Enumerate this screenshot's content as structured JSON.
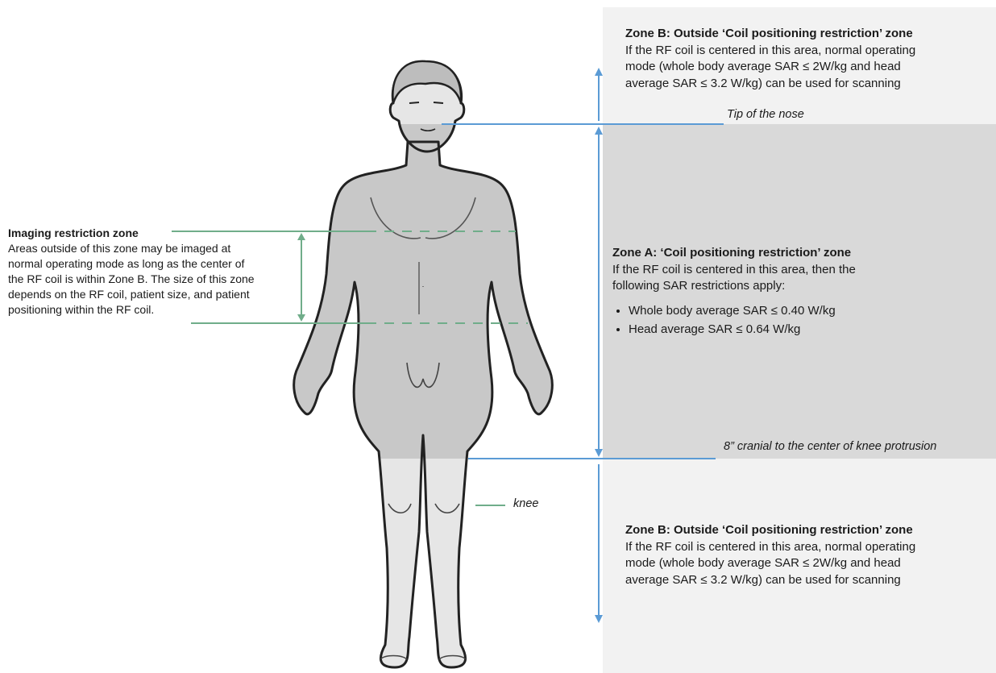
{
  "zone_b_top": {
    "title": "Zone B: Outside ‘Coil positioning restriction’ zone",
    "line1": "If the RF coil is centered in this area, normal operating",
    "line2": "mode (whole body average SAR ≤ 2W/kg and head",
    "line3": "average SAR  ≤ 3.2 W/kg) can be used for scanning"
  },
  "zone_a": {
    "title": "Zone A: ‘Coil positioning restriction’ zone",
    "line1": "If the RF coil is centered in this area, then the",
    "line2": "following SAR restrictions apply:",
    "bullets": [
      "Whole body average SAR ≤ 0.40 W/kg",
      "Head average SAR  ≤ 0.64 W/kg"
    ]
  },
  "zone_b_bottom": {
    "title": "Zone B: Outside ‘Coil positioning restriction’ zone",
    "line1": "If the RF coil is centered in this area, normal operating",
    "line2": "mode (whole body average SAR ≤ 2W/kg and head",
    "line3": "average SAR  ≤ 3.2 W/kg) can be used for scanning"
  },
  "imaging_zone": {
    "title": "Imaging restriction zone",
    "lines": [
      "Areas outside of this zone may be imaged at",
      "normal operating mode as long as the center of",
      "the RF coil is within Zone B. The size of this zone",
      "depends on the RF coil, patient size, and patient",
      "positioning within the RF coil."
    ]
  },
  "labels": {
    "tip_of_nose": "Tip of the nose",
    "knee_boundary": "8” cranial to the center of knee protrusion",
    "knee": "knee"
  },
  "colors": {
    "zone_b_fill": "#f2f2f2",
    "zone_a_fill": "#d9d9d9",
    "body_shaded": "#c8c8c8",
    "body_light": "#e6e6e6",
    "blue_line": "#5b9bd5",
    "green_line": "#70ad8a",
    "outline": "#222222"
  }
}
